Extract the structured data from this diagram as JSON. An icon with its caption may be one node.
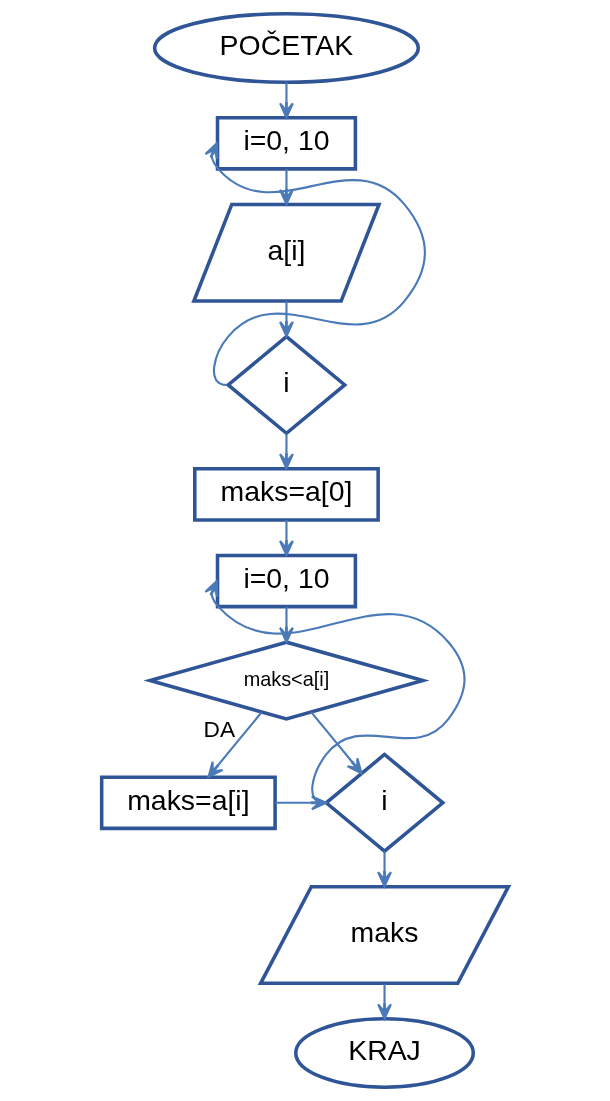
{
  "diagram": {
    "nodes": [
      {
        "text": [
          "POČETAK"
        ]
      },
      {
        "text": [
          "i=0, 10"
        ]
      },
      {
        "text": [
          "a[i]"
        ]
      },
      {
        "text": [
          "i"
        ]
      },
      {
        "text": [
          "maks=a[0]"
        ]
      },
      {
        "text": [
          "i=0, 10"
        ]
      },
      {
        "text": [
          "maks<a[i]"
        ]
      },
      {
        "text": [
          "maks=a[i]"
        ]
      },
      {
        "text": [
          "i"
        ]
      },
      {
        "text": [
          "maks"
        ]
      },
      {
        "text": [
          "KRAJ"
        ]
      }
    ],
    "edges": [
      {
        "from": 0,
        "to": 1,
        "arrow": "to"
      },
      {
        "from": 1,
        "to": 2,
        "arrow": "to"
      },
      {
        "from": 2,
        "to": 3,
        "arrow": "to"
      },
      {
        "from": 3,
        "to": 1,
        "arrow": "to"
      },
      {
        "from": 3,
        "to": 4,
        "arrow": "to"
      },
      {
        "from": 4,
        "to": 5,
        "arrow": "to"
      },
      {
        "from": 5,
        "to": 6,
        "arrow": "to"
      },
      {
        "from": 6,
        "to": 7,
        "arrow": "to",
        "label": "DA"
      },
      {
        "from": 6,
        "to": 8,
        "arrow": "to"
      },
      {
        "from": 7,
        "to": 8,
        "arrow": "to"
      },
      {
        "from": 8,
        "to": 5,
        "arrow": "to"
      },
      {
        "from": 8,
        "to": 9,
        "arrow": "to"
      },
      {
        "from": 9,
        "to": 10,
        "arrow": "to"
      }
    ]
  }
}
